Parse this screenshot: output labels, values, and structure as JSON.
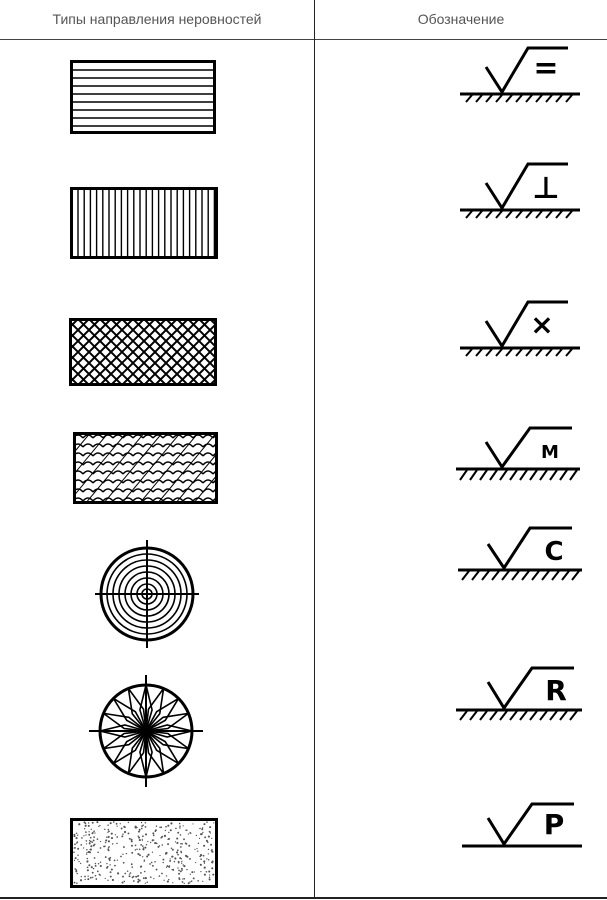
{
  "table": {
    "headers": {
      "type": "Типы направления неровностей",
      "designation": "Обозначение"
    },
    "rows": [
      {
        "pattern": "parallel-lines",
        "symbol": "="
      },
      {
        "pattern": "perpendicular-lines",
        "symbol": "⊥"
      },
      {
        "pattern": "crossed-lines",
        "symbol": "×"
      },
      {
        "pattern": "multidirectional",
        "symbol": "М"
      },
      {
        "pattern": "circular",
        "symbol": "C"
      },
      {
        "pattern": "radial",
        "symbol": "R"
      },
      {
        "pattern": "point",
        "symbol": "P"
      }
    ]
  }
}
